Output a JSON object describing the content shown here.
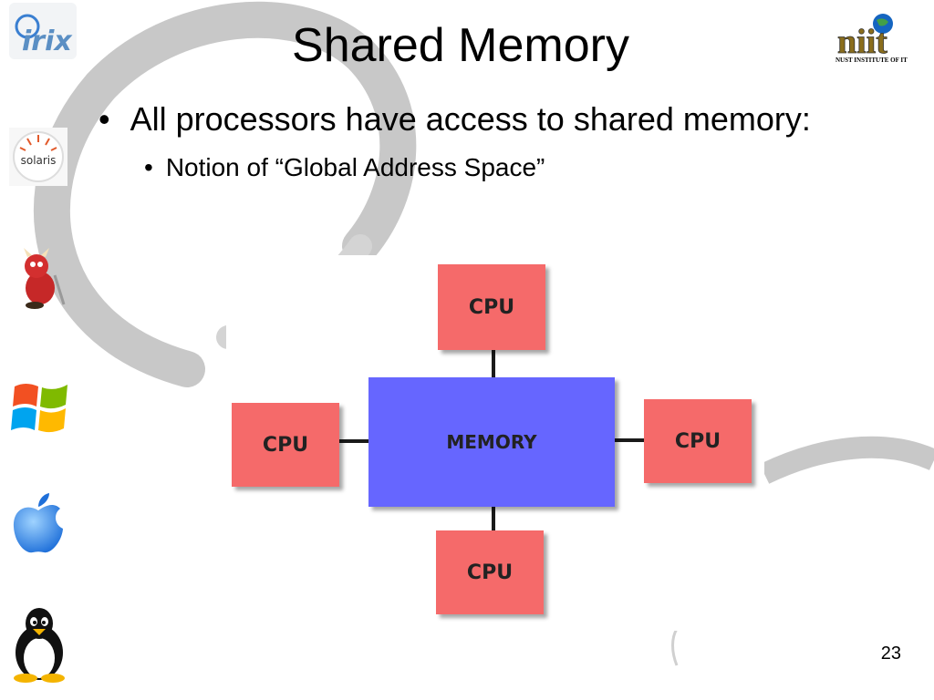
{
  "slide": {
    "title": "Shared Memory",
    "bullet_symbol": "•",
    "bullet1": "All processors have access to shared memory:",
    "bullet2": "Notion of “Global Address Space”",
    "page_number": "23"
  },
  "diagram": {
    "cpu_label": "CPU",
    "memory_label": "MEMORY",
    "colors": {
      "cpu": "#f56a6a",
      "memory": "#6666ff",
      "connector": "#1a1a1a"
    }
  },
  "logos": {
    "irix": "irix",
    "solaris": "solaris",
    "niit_caption": "NUST INSTITUTE OF IT"
  }
}
